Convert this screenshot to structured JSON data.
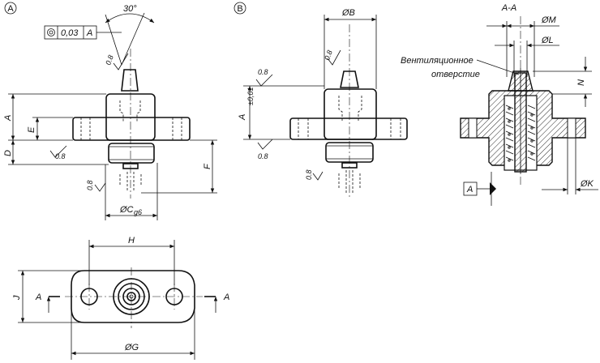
{
  "views": {
    "a": {
      "marker": "A"
    },
    "b": {
      "marker": "B"
    },
    "section": {
      "title": "A-A"
    }
  },
  "angle": "30°",
  "tolerance_frame": {
    "symbol": "concentricity",
    "value": "0,03",
    "datum": "A"
  },
  "roughness": "0.8",
  "dimensions": {
    "A": "A",
    "D": "D",
    "E": "E",
    "F": "F",
    "C": "ØC",
    "C_sub": "g6",
    "B": "ØB",
    "A_tol": "A",
    "A_tol_sup": "±0,01",
    "M": "ØM",
    "L": "ØL",
    "N": "N",
    "K": "ØK",
    "H": "H",
    "J": "J",
    "G": "ØG"
  },
  "vent_label": {
    "line1": "Вентиляционное",
    "line2": "отверстие"
  },
  "datum_letter": "A",
  "section_marks": {
    "left": "A",
    "right": "A"
  }
}
